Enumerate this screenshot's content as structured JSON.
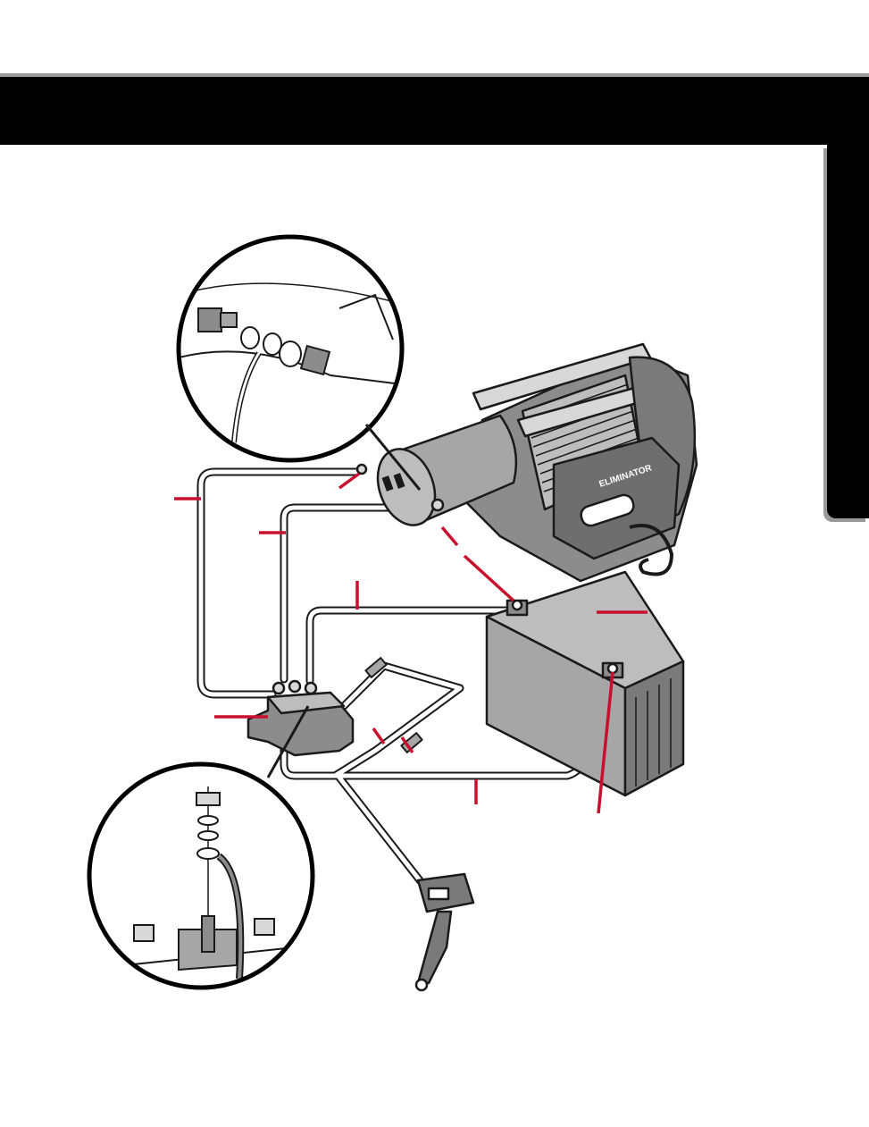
{
  "diagram": {
    "kind": "winch-wiring-installation",
    "colors": {
      "header": "#000000",
      "accent": "#c8102e",
      "body_gray": "#a6a6a6",
      "dark_gray": "#6e6e6e",
      "cable": "#ffffff",
      "outline": "#1a1a1a"
    },
    "components": [
      "winch",
      "battery",
      "solenoid",
      "handlebar-switch",
      "detail-motor-terminal",
      "detail-solenoid-terminal"
    ],
    "winch_brand_text": "ELIMINATOR"
  }
}
